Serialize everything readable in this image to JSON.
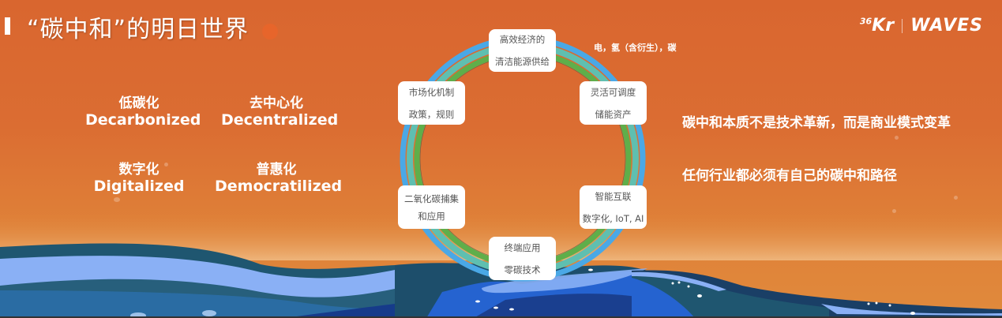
{
  "header": {
    "title": "“碳中和”的明日世界",
    "logo": {
      "brand_a": "Kr",
      "brand_a_sup": "36",
      "brand_b": "WAVES"
    }
  },
  "quadrants": [
    {
      "cn": "低碳化",
      "en": "Decarbonized"
    },
    {
      "cn": "去中心化",
      "en": "Decentralized"
    },
    {
      "cn": "数字化",
      "en": "Digitalized"
    },
    {
      "cn": "普惠化",
      "en": "Democratilized"
    }
  ],
  "cycle": {
    "nodes": [
      {
        "line1": "高效经济的",
        "line2": "清洁能源供给"
      },
      {
        "line1": "灵活可调度",
        "line2": "储能资产"
      },
      {
        "line1": "智能互联",
        "line2": "数字化, IoT, AI"
      },
      {
        "line1": "终端应用",
        "line2": "零碳技术"
      },
      {
        "line1": "二氧化碳捕集",
        "line2": "和应用"
      },
      {
        "line1": "市场化机制",
        "line2": "政策，规则"
      }
    ],
    "side_note": "电，氢（含衍生），碳",
    "ring_colors": {
      "outer": "#4aa8e6",
      "middle": "#5fbfb0",
      "inner": "#5fae4a"
    }
  },
  "statements": [
    "碳中和本质不是技术革新，而是商业模式变革",
    "任何行业都必须有自己的碳中和路径"
  ],
  "colors": {
    "background": "#db6d32",
    "wave_dark": "#1f5670",
    "wave_light": "#8ab0f5",
    "wave_blue": "#2a6ca3"
  }
}
